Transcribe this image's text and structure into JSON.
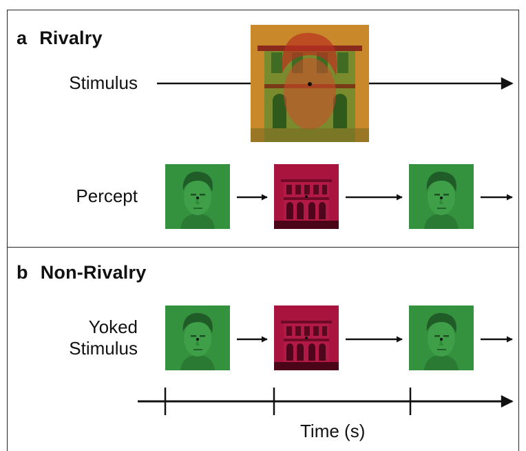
{
  "panel_a": {
    "letter": "a",
    "title": "Rivalry",
    "stimulus_label": "Stimulus",
    "percept_label": "Percept"
  },
  "panel_b": {
    "letter": "b",
    "title": "Non-Rivalry",
    "yoked_label_line1": "Yoked",
    "yoked_label_line2": "Stimulus"
  },
  "time_axis": {
    "label": "Time (s)"
  },
  "colors": {
    "face_green": "#2f8f3e",
    "house_red": "#a3123a",
    "rivalry_orange": "#c9892a"
  },
  "image_names": [
    "face-image",
    "house-image",
    "face-house-overlay-image"
  ]
}
